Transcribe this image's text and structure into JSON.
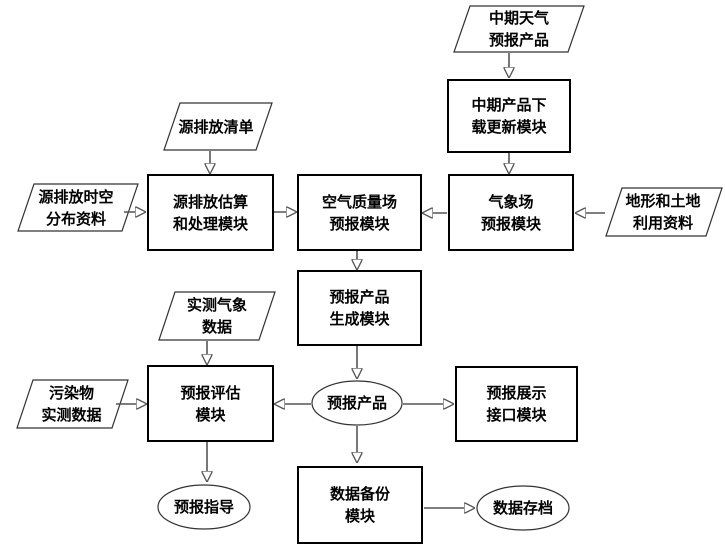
{
  "nodes": {
    "medium_weather_product": "中期天气\n预报产品",
    "medium_product_download": "中期产品下\n载更新模块",
    "source_emission_list": "源排放清单",
    "source_emission_spatiotemporal": "源排放时空\n分布资料",
    "source_emission_module": "源排放估算\n和处理模块",
    "air_quality_module": "空气质量场\n预报模块",
    "meteorology_module": "气象场\n预报模块",
    "terrain_landuse": "地形和土地\n利用资料",
    "product_generation_module": "预报产品\n生成模块",
    "observed_meteorology": "实测气象\n数据",
    "pollutant_observation": "污染物\n实测数据",
    "forecast_evaluation_module": "预报评估\n模块",
    "forecast_product": "预报产品",
    "forecast_display_module": "预报展示\n接口模块",
    "forecast_guidance": "预报指导",
    "data_backup_module": "数据备份\n模块",
    "data_archive": "数据存档"
  }
}
